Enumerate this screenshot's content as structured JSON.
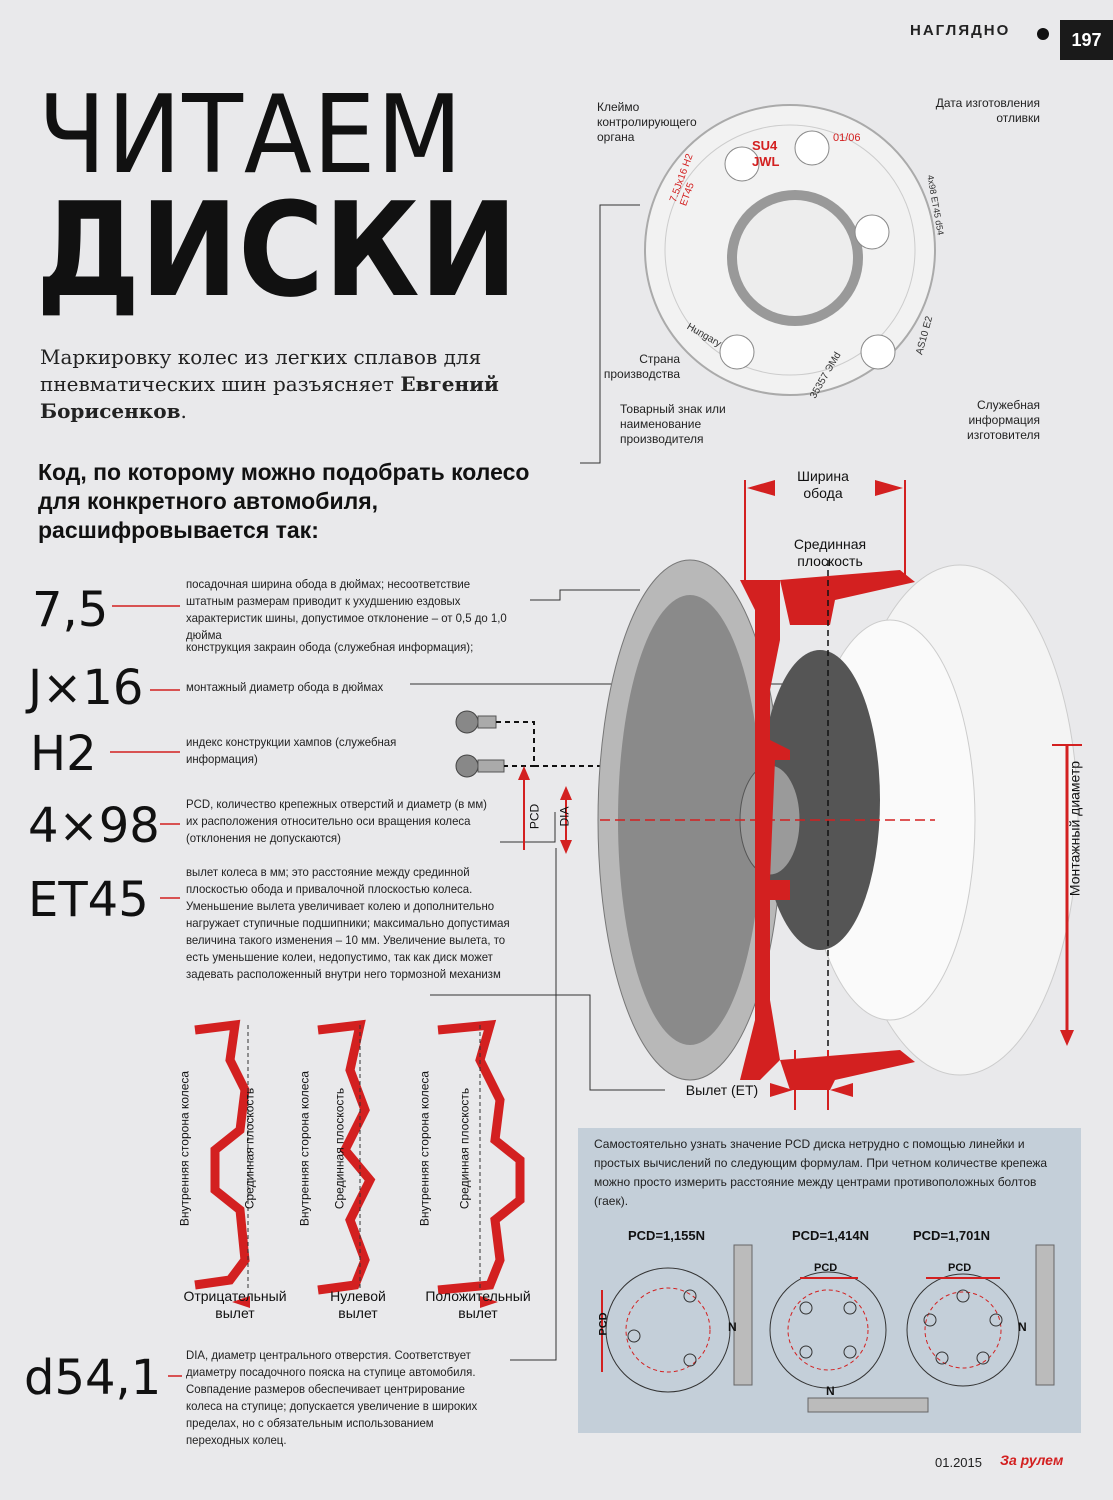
{
  "header": {
    "section": "НАГЛЯДНО",
    "page": "197"
  },
  "title": {
    "line1": "ЧИТАЕМ",
    "line2": "ДИСКИ"
  },
  "lead": {
    "text": "Маркировку колес из легких сплавов для пневматических шин разъясняет",
    "author": "Евгений Борисенков"
  },
  "subhead": "Код, по которому можно подобрать колесо для конкретного автомобиля, расшифровывается так:",
  "codes": [
    {
      "code": "7,5",
      "desc": "посадочная ширина обода в дюймах; несоответствие штатным размерам приводит к ухудшению ездовых характеристик шины, допустимое отклонение – от 0,5 до 1,0 дюйма"
    },
    {
      "code": "J×16",
      "desc_pre": "конструкция закраин обода (служебная информация);",
      "desc": "монтажный диаметр обода в дюймах"
    },
    {
      "code": "H2",
      "desc": "индекс конструкции хампов (служебная информация)"
    },
    {
      "code": "4×98",
      "desc": "PCD, количество крепежных отверстий и диаметр (в мм) их расположения относительно оси вращения колеса (отклонения не допускаются)"
    },
    {
      "code": "ET45",
      "desc": "вылет колеса в мм; это расстояние между срединной плоскостью обода и привалочной плоскостью колеса. Уменьшение вылета увеличивает колею и дополнительно нагружает ступичные подшипники; максимально допустимая величина такого изменения – 10 мм. Увеличение вылета, то есть уменьшение колеи, недопустимо, так как диск может задевать расположенный внутри него тормозной механизм"
    },
    {
      "code": "d54,1",
      "desc": "DIA, диаметр центрального отверстия. Соответствует диаметру посадочного пояска на ступице автомобиля. Совпадение размеров обеспечивает центрирование колеса на ступице; допускается увеличение в широких пределах, но с обязательным использованием переходных колец."
    }
  ],
  "hub_labels": {
    "stamp": "Клеймо контролирующего органа",
    "date": "Дата изготовления отливки",
    "country": "Страна производства",
    "trademark": "Товарный знак или наименование производителя",
    "service": "Служебная информация изготовителя",
    "marks": {
      "su4": "SU4",
      "jwl": "JWL",
      "date": "01/06",
      "size": "7.5Jx16 H2 ET45",
      "hungary": "Hungary",
      "num": "35357 ЭМd",
      "code1": "AS10 E2",
      "code2": "4x98 ET45 d54"
    }
  },
  "wheel_labels": {
    "rim_width": "Ширина обода",
    "mid_plane": "Срединная плоскость",
    "mount_dia": "Монтажный диаметр",
    "pcd": "PCD",
    "dia": "DIA",
    "offset": "Вылет (ET)"
  },
  "offset_diagrams": [
    {
      "inner": "Внутренняя сторона колеса",
      "mid": "Срединная плоскость",
      "caption": "Отрицательный вылет"
    },
    {
      "inner": "Внутренняя сторона колеса",
      "mid": "Срединная плоскость",
      "caption": "Нулевой вылет"
    },
    {
      "inner": "Внутренняя сторона колеса",
      "mid": "Срединная плоскость",
      "caption": "Положительный вылет"
    }
  ],
  "pcd_box": {
    "text": "Самостоятельно узнать значение PCD диска нетрудно с помощью линейки и простых вычислений по следующим формулам. При четном количестве крепежа можно просто измерить расстояние между центрами противоположных болтов (гаек).",
    "formulas": [
      "PCD=1,155N",
      "PCD=1,414N",
      "PCD=1,701N"
    ],
    "pcd_label": "PCD",
    "n_label": "N"
  },
  "footer": {
    "issue": "01.2015",
    "brand": "За рулем"
  },
  "colors": {
    "accent": "#d32020",
    "box": "#c4cfd9",
    "background": "#e9e9eb"
  }
}
